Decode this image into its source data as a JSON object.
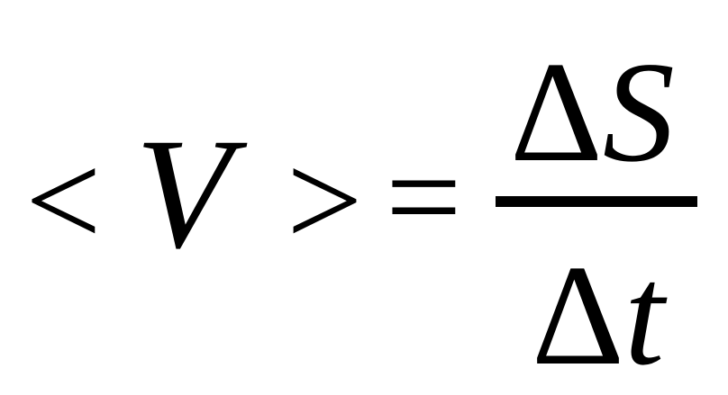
{
  "formula": {
    "left_angle": "<",
    "variable": "V",
    "right_angle": ">",
    "equals": "=",
    "numerator": {
      "delta": "Δ",
      "symbol": "S"
    },
    "denominator": {
      "delta": "Δ",
      "symbol": "t"
    }
  }
}
